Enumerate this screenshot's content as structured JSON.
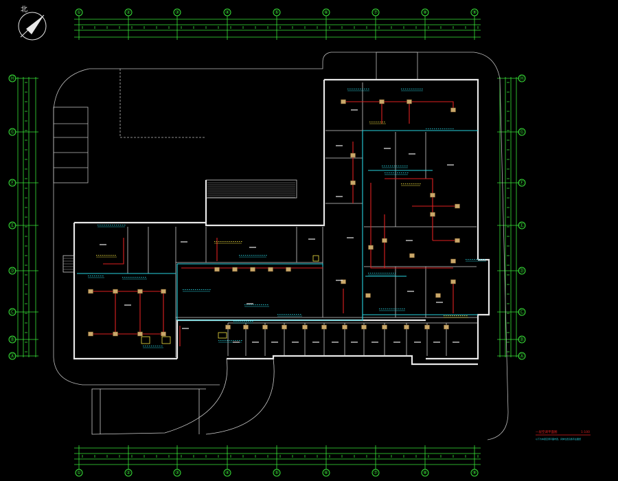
{
  "drawing": {
    "north_label": "北",
    "grid_axes_horizontal": [
      "①",
      "②",
      "③",
      "④",
      "⑤",
      "⑥",
      "⑦",
      "⑧",
      "⑨"
    ],
    "grid_axes_vertical": [
      "Ⓗ",
      "Ⓖ",
      "Ⓕ",
      "Ⓔ",
      "Ⓓ",
      "Ⓒ",
      "Ⓑ",
      "Ⓐ"
    ],
    "title": "一层空调平面图",
    "scale": "1:100",
    "note": "以下为本层空调平面布置，具体位置见各专业图纸",
    "colors": {
      "background": "#000000",
      "grid": "#39e639",
      "wall": "#e8e8e8",
      "duct": "#e02020",
      "pipe": "#28d3e0",
      "unit": "#c9a86a",
      "label": "#f0e040"
    }
  }
}
